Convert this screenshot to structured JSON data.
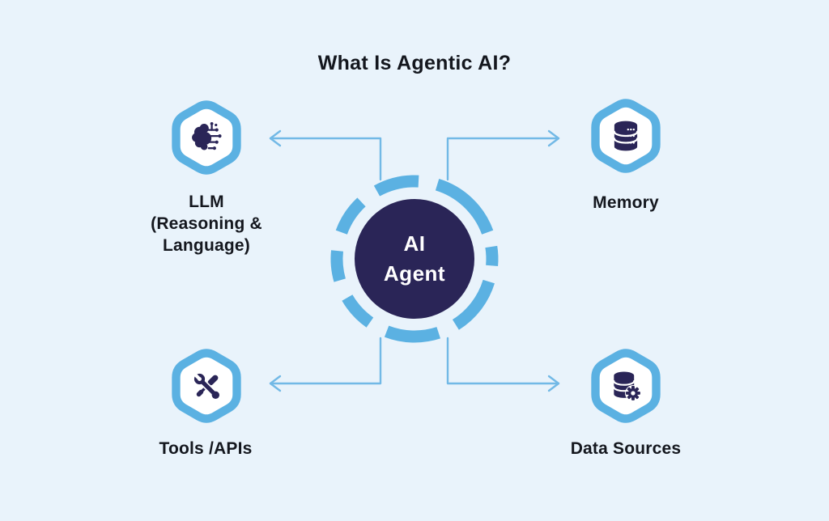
{
  "title": "What Is Agentic AI?",
  "center": {
    "line1": "AI",
    "line2": "Agent"
  },
  "nodes": {
    "llm": {
      "line1": "LLM",
      "line2": "(Reasoning &",
      "line3": "Language)"
    },
    "memory": {
      "label": "Memory"
    },
    "tools": {
      "label": "Tools /APIs"
    },
    "data_sources": {
      "label": "Data Sources"
    }
  },
  "icons": {
    "llm": "brain-circuit-icon",
    "memory": "database-icon",
    "tools": "wrench-screwdriver-icon",
    "data_sources": "database-gear-icon"
  },
  "colors": {
    "background": "#e9f3fb",
    "accent_blue": "#5bb1e2",
    "connector_blue": "#72b9e6",
    "navy": "#2a2557",
    "text": "#14171e",
    "node_fill": "#ffffff"
  }
}
